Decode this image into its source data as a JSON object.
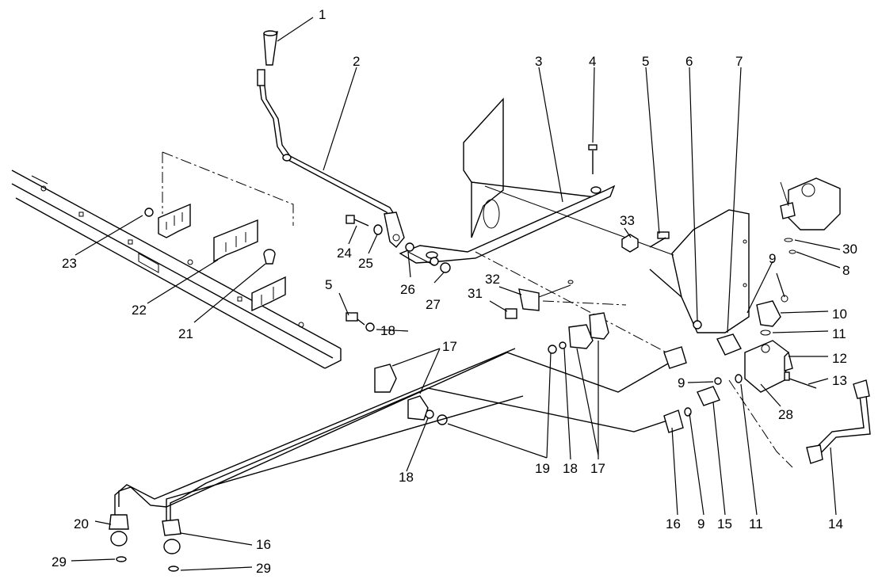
{
  "diagram": {
    "callouts": [
      {
        "id": "c1",
        "text": "1"
      },
      {
        "id": "c2",
        "text": "2"
      },
      {
        "id": "c3",
        "text": "3"
      },
      {
        "id": "c4",
        "text": "4"
      },
      {
        "id": "c5a",
        "text": "5"
      },
      {
        "id": "c5b",
        "text": "5"
      },
      {
        "id": "c6",
        "text": "6"
      },
      {
        "id": "c7",
        "text": "7"
      },
      {
        "id": "c8",
        "text": "8"
      },
      {
        "id": "c9a",
        "text": "9"
      },
      {
        "id": "c9b",
        "text": "9"
      },
      {
        "id": "c9c",
        "text": "9"
      },
      {
        "id": "c10",
        "text": "10"
      },
      {
        "id": "c11a",
        "text": "11"
      },
      {
        "id": "c11b",
        "text": "11"
      },
      {
        "id": "c12",
        "text": "12"
      },
      {
        "id": "c13",
        "text": "13"
      },
      {
        "id": "c14",
        "text": "14"
      },
      {
        "id": "c15",
        "text": "15"
      },
      {
        "id": "c16a",
        "text": "16"
      },
      {
        "id": "c16b",
        "text": "16"
      },
      {
        "id": "c17a",
        "text": "17"
      },
      {
        "id": "c17b",
        "text": "17"
      },
      {
        "id": "c18a",
        "text": "18"
      },
      {
        "id": "c18b",
        "text": "18"
      },
      {
        "id": "c18c",
        "text": "18"
      },
      {
        "id": "c19",
        "text": "19"
      },
      {
        "id": "c20",
        "text": "20"
      },
      {
        "id": "c21",
        "text": "21"
      },
      {
        "id": "c22",
        "text": "22"
      },
      {
        "id": "c23",
        "text": "23"
      },
      {
        "id": "c24",
        "text": "24"
      },
      {
        "id": "c25",
        "text": "25"
      },
      {
        "id": "c26",
        "text": "26"
      },
      {
        "id": "c27",
        "text": "27"
      },
      {
        "id": "c28",
        "text": "28"
      },
      {
        "id": "c29a",
        "text": "29"
      },
      {
        "id": "c29b",
        "text": "29"
      },
      {
        "id": "c30",
        "text": "30"
      },
      {
        "id": "c31",
        "text": "31"
      },
      {
        "id": "c32",
        "text": "32"
      },
      {
        "id": "c33",
        "text": "33"
      }
    ]
  }
}
